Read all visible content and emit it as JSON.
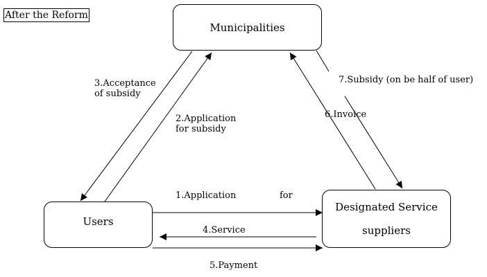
{
  "title": "After the Reform",
  "nodes": {
    "municipalities": "Municipalities",
    "users": "Users",
    "suppliers_line1": "Designated Service",
    "suppliers_line2": "suppliers"
  },
  "edges": {
    "e1_a": "1.Application",
    "e1_b": "for",
    "e2_line1": "2.Application",
    "e2_line2": "for subsidy",
    "e3_line1": "3.Acceptance",
    "e3_line2": "of subsidy",
    "e4": "4.Service",
    "e5": "5.Payment",
    "e6": "6.Invoice",
    "e7": "7.Subsidy (on be half of user)"
  }
}
